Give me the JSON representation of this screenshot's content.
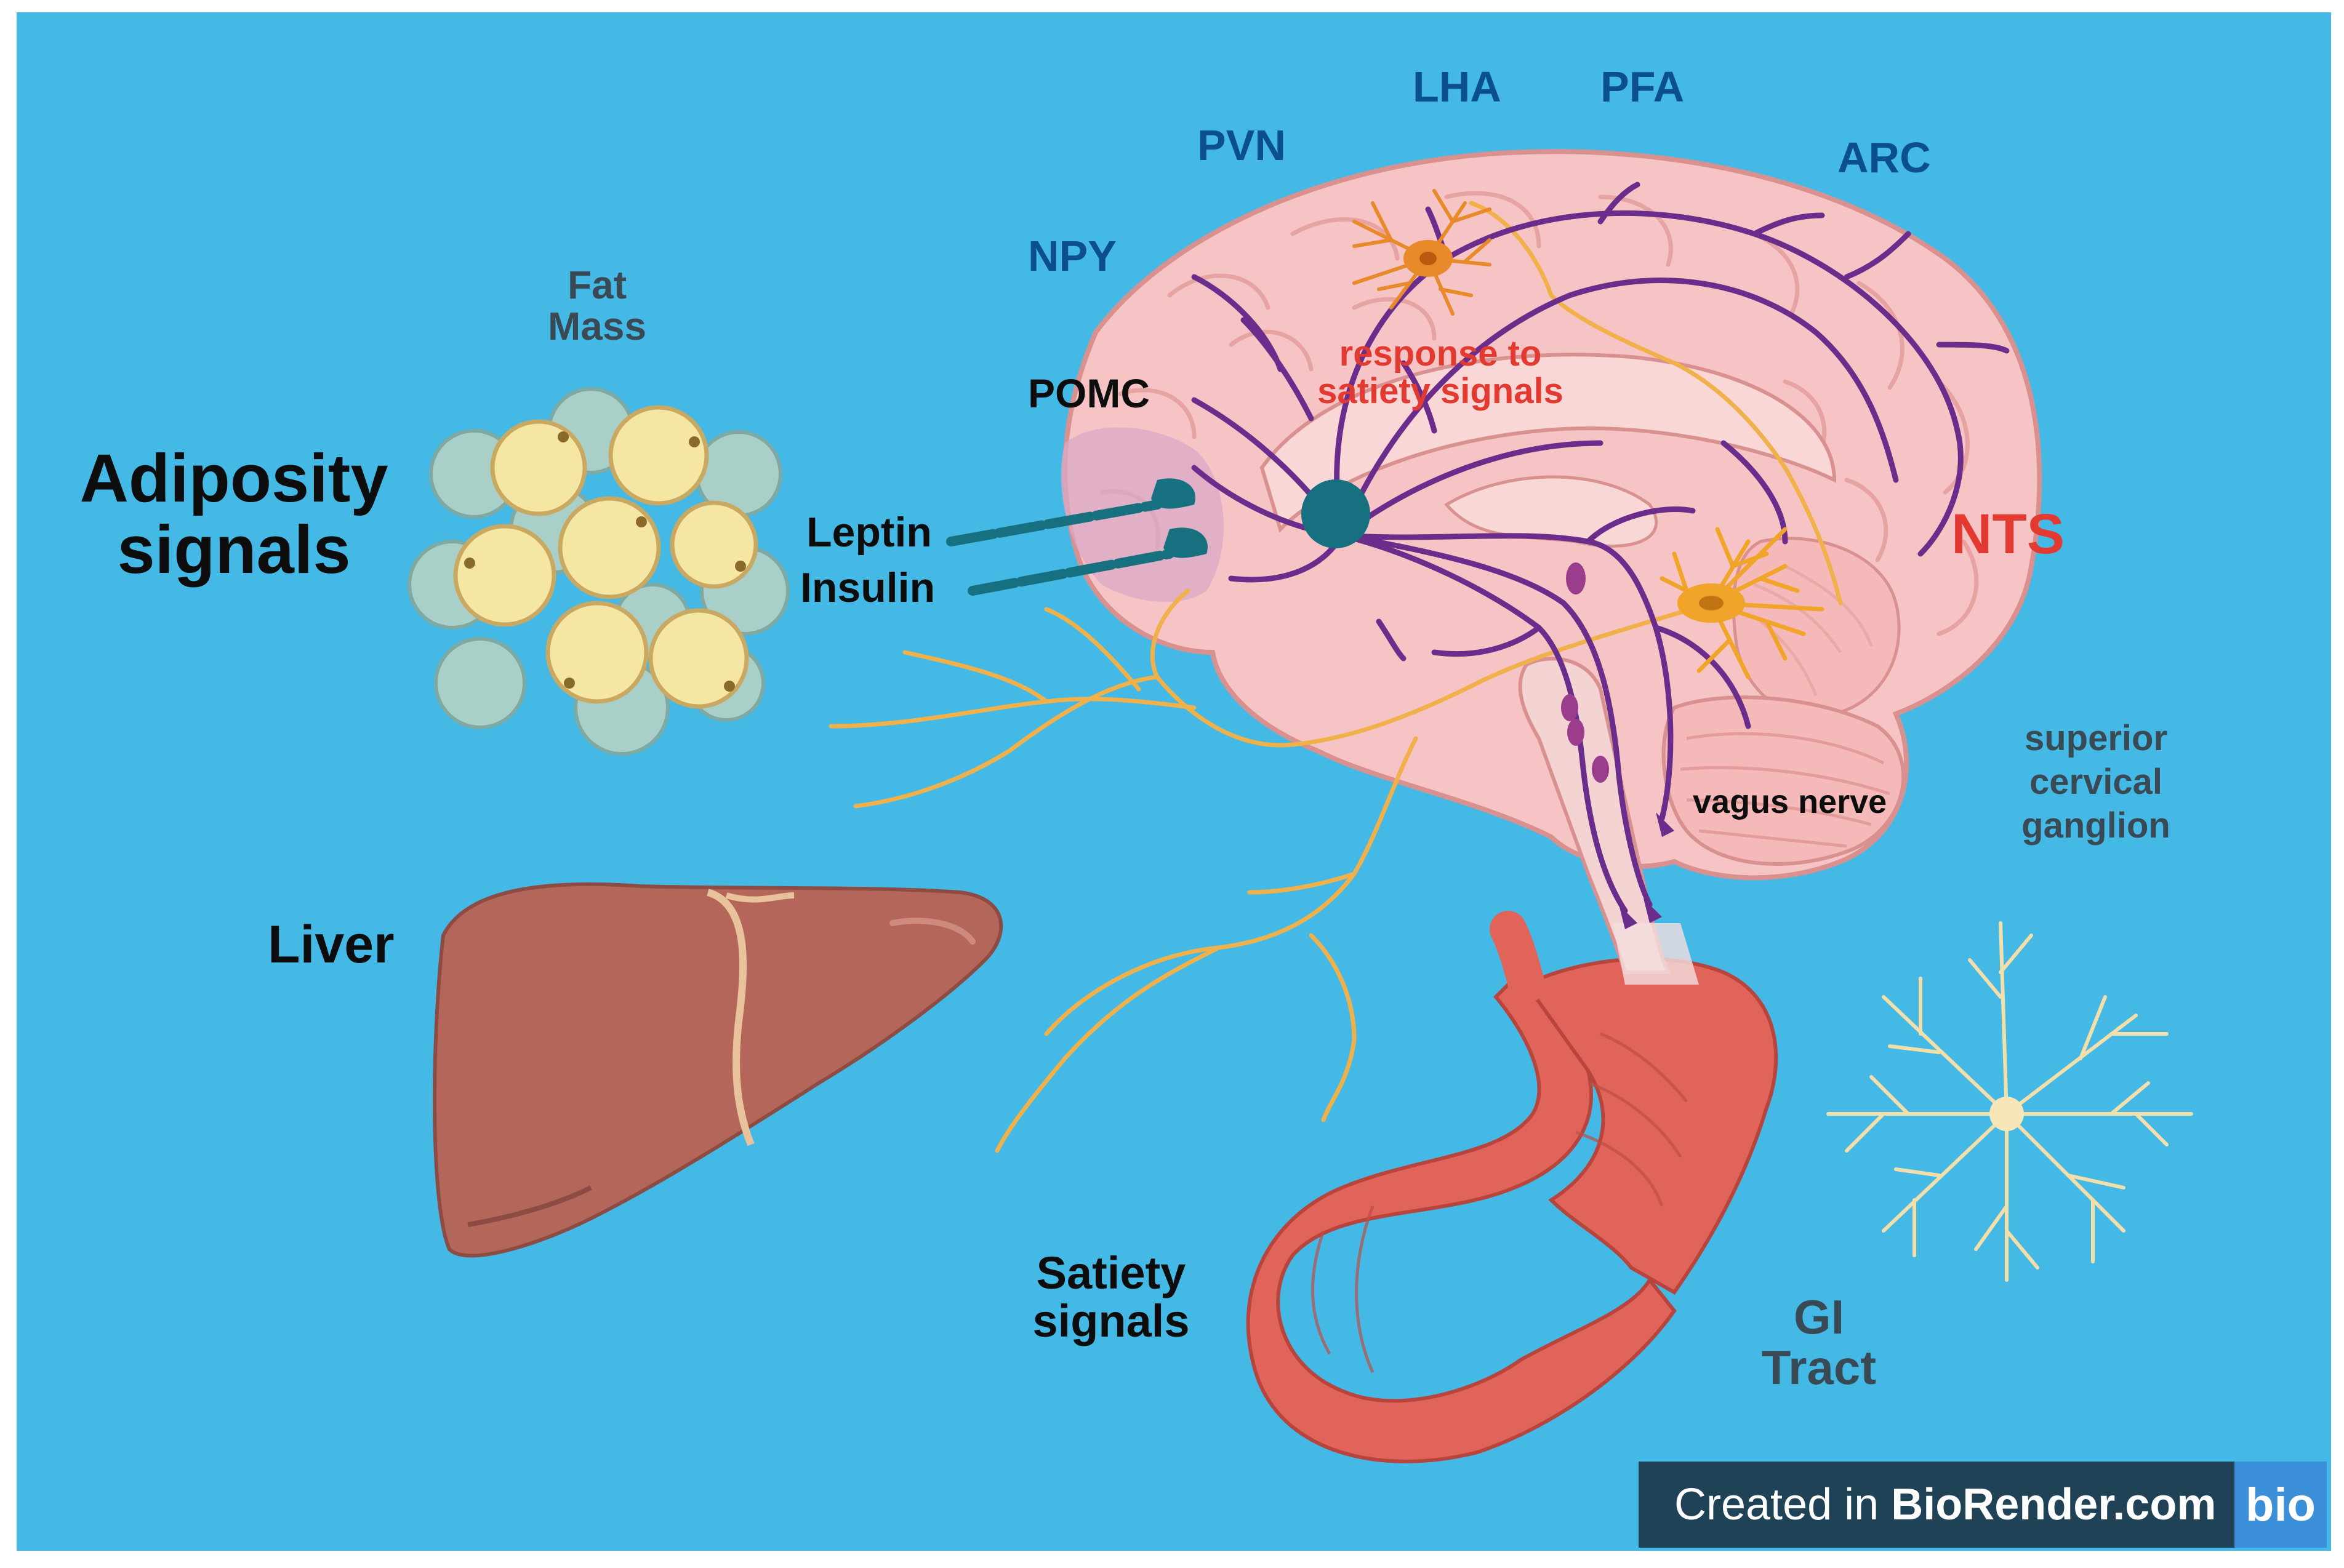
{
  "labels": {
    "adiposity": [
      "Adiposity",
      "signals"
    ],
    "fat_mass": [
      "Fat",
      "Mass"
    ],
    "liver": "Liver",
    "satiety": [
      "Satiety",
      "signals"
    ],
    "gi_tract": [
      "GI",
      "Tract"
    ],
    "leptin": "Leptin",
    "insulin": "Insulin",
    "pomc": "POMC",
    "npy": "NPY",
    "pvn": "PVN",
    "lha": "LHA",
    "pfa": "PFA",
    "arc": "ARC",
    "nts": "NTS",
    "response": [
      "response to",
      "satiety signals"
    ],
    "vagus": "vagus nerve",
    "scg": [
      "superior",
      "cervical",
      "ganglion"
    ]
  },
  "badge": {
    "prefix": "Created in",
    "brand": "BioRender.com",
    "logo": "bio"
  },
  "colors": {
    "background": "#45b9e6",
    "brain": "#f6c4c4",
    "neural_purple": "#6a2d8c",
    "nerve_yellow": "#f0b14a",
    "liver": "#b5665b",
    "stomach": "#e0645a",
    "fat_cell": "#f5e7a3",
    "fat_cell_empty": "#a9cfc9",
    "receptor": "#17707f"
  }
}
